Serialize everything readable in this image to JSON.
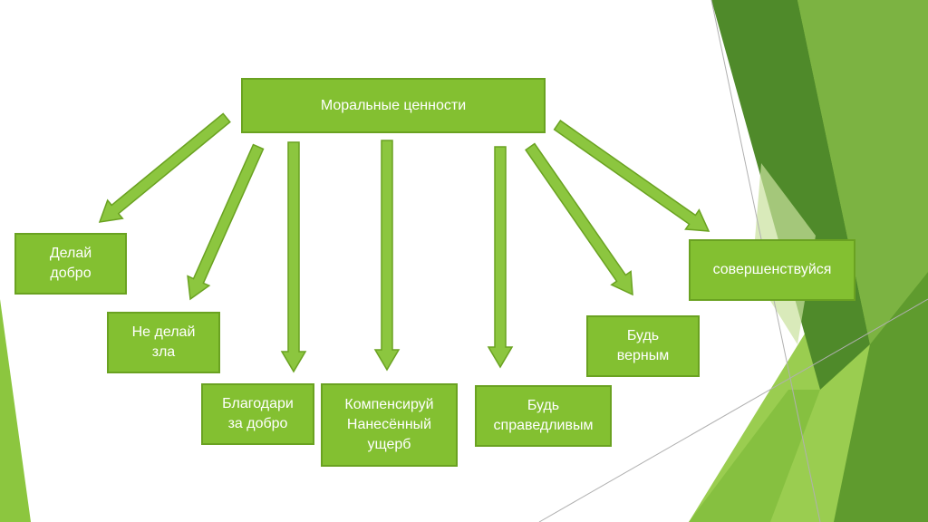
{
  "diagram": {
    "title": "Моральные ценности",
    "values": [
      "Делай\nдобро",
      "Не делай\nзла",
      "Благодари\nза добро",
      "Компенсируй\nНанесённый\nущерб",
      "Будь\nсправедливым",
      "Будь\nверным",
      "совершенствуйся"
    ]
  },
  "colors": {
    "box_fill": "#83c031",
    "box_border": "#6aa221",
    "arrow_fill": "#8cc63f",
    "arrow_stroke": "#6aa221",
    "text": "#ffffff"
  }
}
